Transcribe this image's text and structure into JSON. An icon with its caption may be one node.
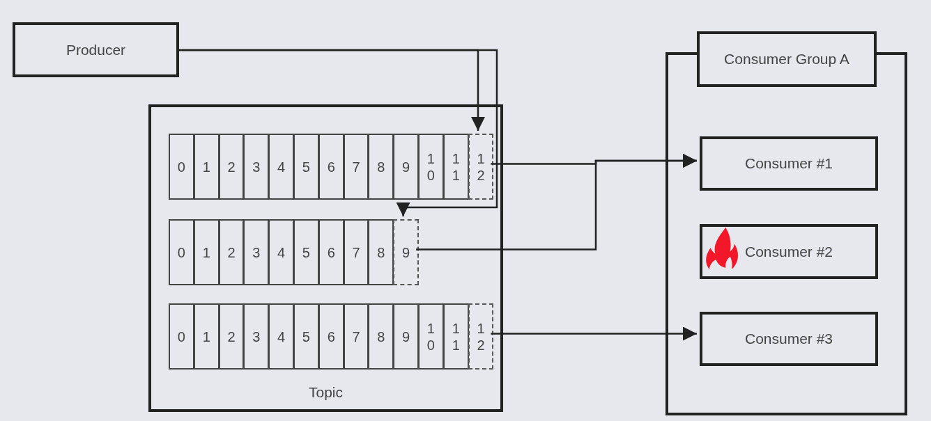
{
  "diagram": {
    "nodes": [
      {
        "text": [
          "Producer"
        ]
      },
      {
        "text": [
          "Topic"
        ]
      },
      {
        "text": [
          "0"
        ],
        "in": 1
      },
      {
        "text": [
          "1"
        ],
        "in": 1
      },
      {
        "text": [
          "2"
        ],
        "in": 1
      },
      {
        "text": [
          "3"
        ],
        "in": 1
      },
      {
        "text": [
          "4"
        ],
        "in": 1
      },
      {
        "text": [
          "5"
        ],
        "in": 1
      },
      {
        "text": [
          "6"
        ],
        "in": 1
      },
      {
        "text": [
          "7"
        ],
        "in": 1
      },
      {
        "text": [
          "8"
        ],
        "in": 1
      },
      {
        "text": [
          "9"
        ],
        "in": 1
      },
      {
        "text": [
          "10"
        ],
        "in": 1
      },
      {
        "text": [
          "11"
        ],
        "in": 1
      },
      {
        "text": [
          "12"
        ],
        "in": 1
      },
      {
        "text": [
          "0"
        ],
        "in": 1
      },
      {
        "text": [
          "1"
        ],
        "in": 1
      },
      {
        "text": [
          "2"
        ],
        "in": 1
      },
      {
        "text": [
          "3"
        ],
        "in": 1
      },
      {
        "text": [
          "4"
        ],
        "in": 1
      },
      {
        "text": [
          "5"
        ],
        "in": 1
      },
      {
        "text": [
          "6"
        ],
        "in": 1
      },
      {
        "text": [
          "7"
        ],
        "in": 1
      },
      {
        "text": [
          "8"
        ],
        "in": 1
      },
      {
        "text": [
          "9"
        ],
        "in": 1
      },
      {
        "text": [
          "0"
        ],
        "in": 1
      },
      {
        "text": [
          "1"
        ],
        "in": 1
      },
      {
        "text": [
          "2"
        ],
        "in": 1
      },
      {
        "text": [
          "3"
        ],
        "in": 1
      },
      {
        "text": [
          "4"
        ],
        "in": 1
      },
      {
        "text": [
          "5"
        ],
        "in": 1
      },
      {
        "text": [
          "6"
        ],
        "in": 1
      },
      {
        "text": [
          "7"
        ],
        "in": 1
      },
      {
        "text": [
          "8"
        ],
        "in": 1
      },
      {
        "text": [
          "9"
        ],
        "in": 1
      },
      {
        "text": [
          "10"
        ],
        "in": 1
      },
      {
        "text": [
          "11"
        ],
        "in": 1
      },
      {
        "text": [
          "12"
        ],
        "in": 1
      },
      {
        "text": [],
        "shape": "box"
      },
      {
        "text": [
          "Consumer Group A"
        ]
      },
      {
        "text": [
          "Consumer #1"
        ],
        "in": 38
      },
      {
        "text": [
          "Consumer #2"
        ],
        "in": 38
      },
      {
        "text": [
          "Consumer #3"
        ],
        "in": 38
      }
    ],
    "edges": [
      {
        "from": 0,
        "to": 14,
        "arrow": "to"
      },
      {
        "from": 0,
        "to": 24,
        "arrow": "to"
      },
      {
        "from": 14,
        "to": 40,
        "arrow": "to"
      },
      {
        "from": 24,
        "to": 40,
        "arrow": "to"
      },
      {
        "from": 37,
        "to": 42,
        "arrow": "to"
      }
    ]
  }
}
